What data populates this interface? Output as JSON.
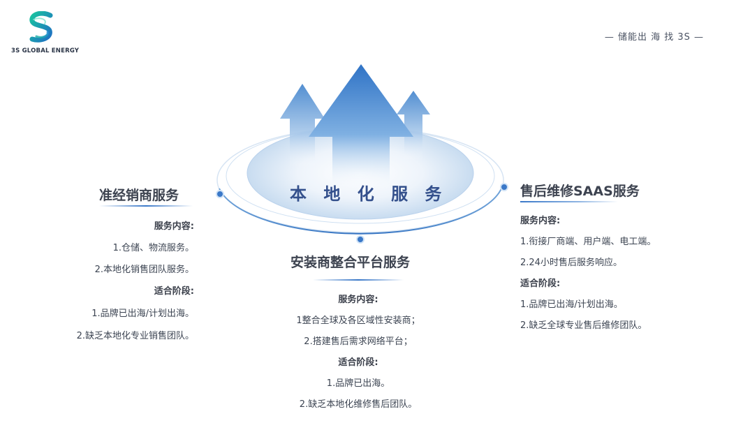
{
  "brand": {
    "logo_text": "3S GLOBAL ENERGY",
    "tagline": "— 储能出 海 找 3S —"
  },
  "center": {
    "title": "本 地 化 服 务"
  },
  "left": {
    "title": "准经销商服务",
    "content_heading": "服务内容:",
    "content_items": [
      "1.仓储、物流服务。",
      "2.本地化销售团队服务。"
    ],
    "stage_heading": "适合阶段:",
    "stage_items": [
      "1.品牌已出海/计划出海。",
      "2.缺乏本地化专业销售团队。"
    ]
  },
  "middle": {
    "title": "安装商整合平台服务",
    "content_heading": "服务内容:",
    "content_items": [
      "1整合全球及各区域性安装商；",
      "2.搭建售后需求网络平台；"
    ],
    "stage_heading": "适合阶段:",
    "stage_items": [
      "1.品牌已出海。",
      "2.缺乏本地化维修售后团队。"
    ]
  },
  "right": {
    "title": "售后维修SAAS服务",
    "content_heading": "服务内容:",
    "content_items": [
      "1.衔接厂商端、用户端、电工端。",
      "2.24小时售后服务响应。"
    ],
    "stage_heading": "适合阶段:",
    "stage_items": [
      "1.品牌已出海/计划出海。",
      "2.缺乏全球专业售后维修团队。"
    ]
  },
  "colors": {
    "accent_blue": "#3a78c8",
    "title_blue": "#34508c",
    "text": "#3c4452",
    "logo_teal": "#1bb0a8"
  }
}
